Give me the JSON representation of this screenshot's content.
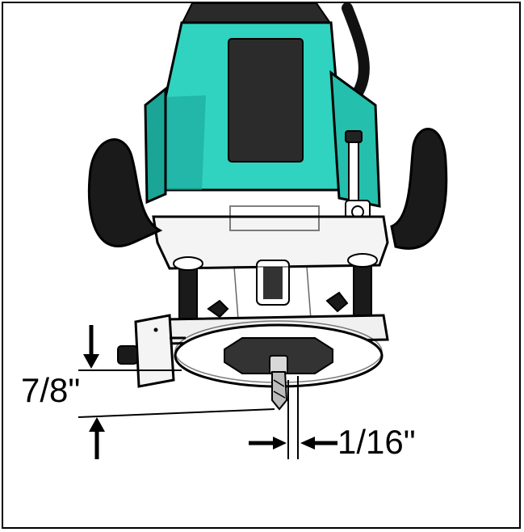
{
  "dimensions": {
    "depth_label": "7/8\"",
    "offset_label": "1/16\""
  },
  "colors": {
    "router_body": "#2fd3c0",
    "router_body_dark": "#1aa597",
    "handle": "#111111",
    "base": "#ffffff",
    "outline": "#000000"
  },
  "icons": {
    "router": "plunge-router-illustration",
    "arrows": "dimension-arrows"
  }
}
